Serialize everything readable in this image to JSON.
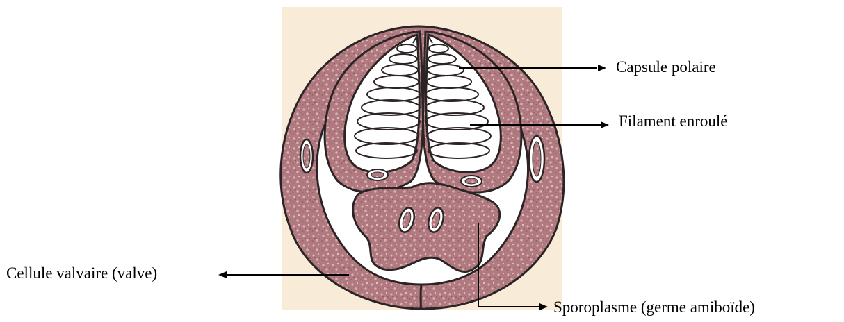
{
  "labels": {
    "capsule_polaire": "Capsule polaire",
    "filament_enroule": "Filament enroulé",
    "cellule_valvaire": "Cellule valvaire (valve)",
    "sporoplasme": "Sporoplasme  (germe amiboïde)"
  },
  "colors": {
    "background_panel": "#f8ecd8",
    "valve_tissue": "#b07a80",
    "tissue_speckle": "#d8b3b3",
    "cavity": "#ffffff",
    "outline": "#2b2424"
  }
}
